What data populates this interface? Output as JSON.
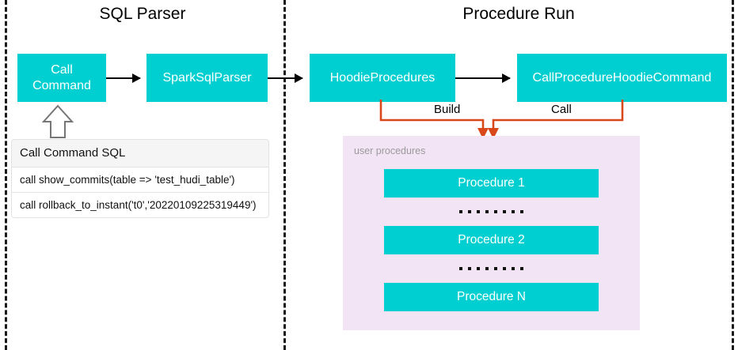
{
  "diagram": {
    "sections": [
      {
        "id": "sql-parser",
        "title": "SQL Parser"
      },
      {
        "id": "procedure-run",
        "title": "Procedure Run"
      }
    ],
    "nodes": {
      "call_command": "Call\nCommand",
      "call_command_line1": "Call",
      "call_command_line2": "Command",
      "spark_sql_parser": "SparkSqlParser",
      "hoodie_procedures": "HoodieProcedures",
      "call_procedure_hoodie_command": "CallProcedureHoodieCommand"
    },
    "connector_labels": {
      "build": "Build",
      "call": "Call"
    },
    "sql_table": {
      "header": "Call Command SQL",
      "rows": [
        "call show_commits(table => 'test_hudi_table')",
        "call rollback_to_instant('t0','20220109225319449')"
      ]
    },
    "procedures_panel": {
      "label": "user procedures",
      "items": [
        {
          "type": "box",
          "label": "Procedure 1"
        },
        {
          "type": "dots",
          "count": 8
        },
        {
          "type": "box",
          "label": "Procedure 2"
        },
        {
          "type": "dots",
          "count": 8
        },
        {
          "type": "box",
          "label": "Procedure N"
        }
      ]
    },
    "colors": {
      "node_fill": "#00CFD1",
      "node_text": "#FFFFFF",
      "panel_fill": "#F2E4F5",
      "connector_orange": "#D9481B",
      "arrow_black": "#000000",
      "divider_dashed": "#1A1A1A",
      "table_header_fill": "#F5F5F5",
      "table_border": "#E2E2E2",
      "panel_label_text": "#9A9A9A",
      "background": "#FFFFFF"
    }
  }
}
